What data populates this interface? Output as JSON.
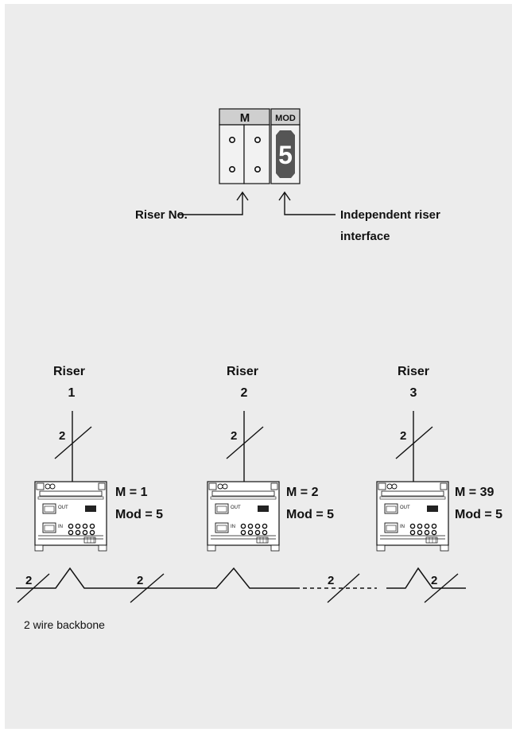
{
  "switch": {
    "header_left": "M",
    "header_right": "MOD",
    "mod_value": "5",
    "label_riser_no": "Riser No.",
    "label_independent_line1": "Independent riser",
    "label_independent_line2": "interface"
  },
  "risers": [
    {
      "title": "Riser",
      "number": "1",
      "wires": "2",
      "m_label": "M = 1",
      "mod_label": "Mod = 5"
    },
    {
      "title": "Riser",
      "number": "2",
      "wires": "2",
      "m_label": "M = 2",
      "mod_label": "Mod = 5"
    },
    {
      "title": "Riser",
      "number": "3",
      "wires": "2",
      "m_label": "M = 39",
      "mod_label": "Mod = 5"
    }
  ],
  "backbone": {
    "wire_counts": [
      "2",
      "2",
      "2",
      "2"
    ],
    "label": "2 wire backbone"
  },
  "device": {
    "out_label": "OUT",
    "in_label": "IN"
  },
  "colors": {
    "background": "#ececec",
    "line": "#111111",
    "mod_block": "#555555"
  }
}
